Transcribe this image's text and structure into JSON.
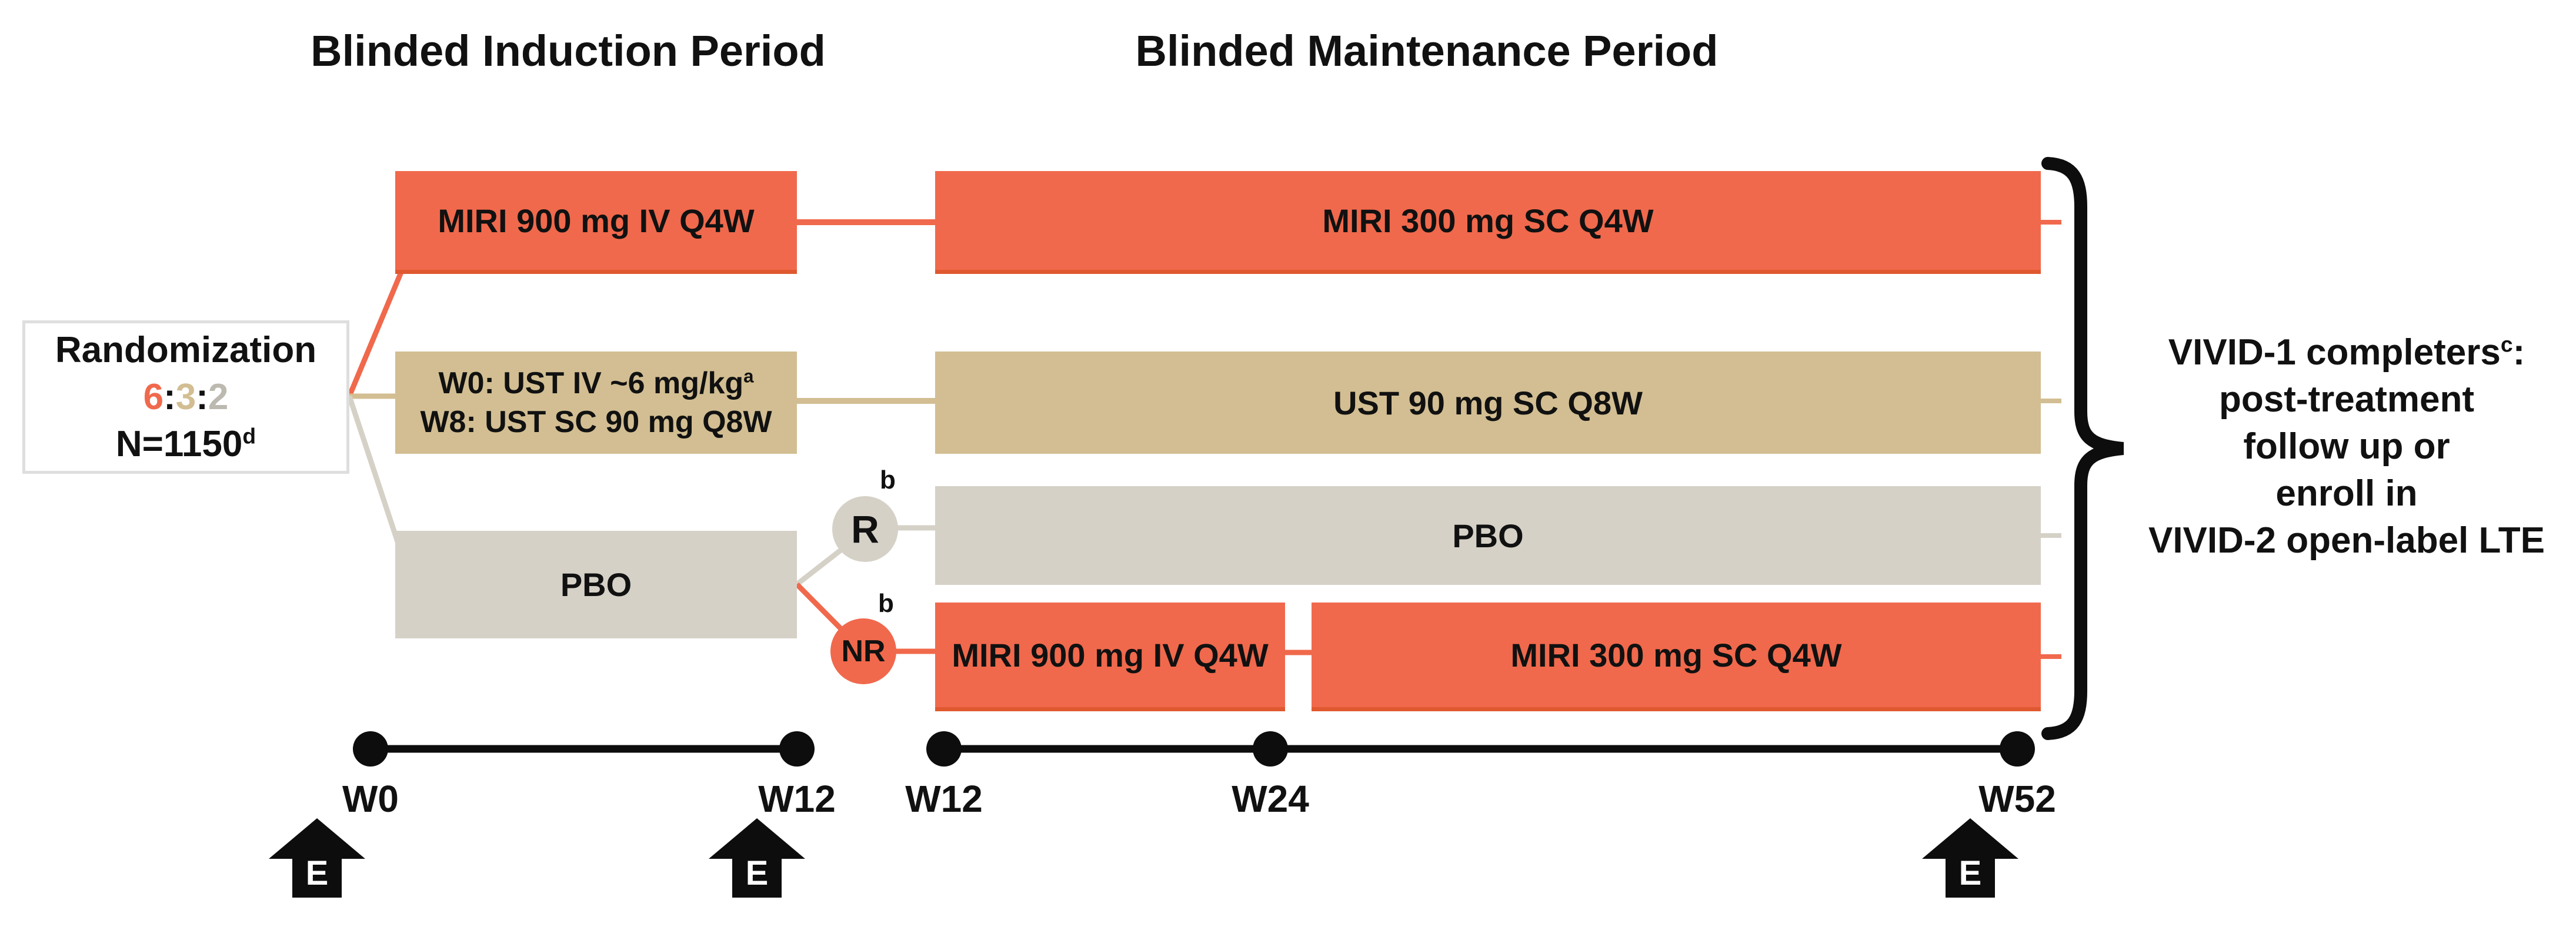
{
  "titles": {
    "induction": "Blinded Induction Period",
    "maintenance": "Blinded Maintenance Period"
  },
  "randomization": {
    "title": "Randomization",
    "ratio": {
      "v1": "6",
      "v2": "3",
      "v3": "2",
      "sep": ":"
    },
    "n": "N=1150",
    "n_sup": "d"
  },
  "boxes": {
    "miri_induction": {
      "label": "MIRI 900 mg IV Q4W"
    },
    "miri_maintenance": {
      "label": "MIRI 300 mg SC Q4W"
    },
    "ust_induction": {
      "line1": "W0: UST IV ~6 mg/kg",
      "line1_sup": "a",
      "line2": "W8: UST SC 90 mg Q8W"
    },
    "ust_maintenance": {
      "label": "UST 90 mg SC Q8W"
    },
    "pbo_induction": {
      "label": "PBO"
    },
    "pbo_maintenance": {
      "label": "PBO"
    },
    "nr_miri_induction": {
      "label": "MIRI 900 mg IV Q4W"
    },
    "nr_miri_maintenance": {
      "label": "MIRI 300 mg SC Q4W"
    }
  },
  "responder": {
    "label": "R",
    "sup": "b"
  },
  "nonresponder": {
    "label": "NR",
    "sup": "b"
  },
  "timeline": {
    "weeks": [
      "W0",
      "W12",
      "W12",
      "W24",
      "W52"
    ],
    "event_label": "E"
  },
  "outcome": {
    "line1": "VIVID-1 completers",
    "line1_sup": "c",
    "line1_colon": ":",
    "lines": [
      "post-treatment",
      "follow up or",
      "enroll in",
      "VIVID-2 open-label LTE"
    ]
  },
  "colors": {
    "miri": "#F0694C",
    "miri_dark": "#E0582F",
    "ust": "#D2BE92",
    "pbo": "#D5D1C7",
    "ratio_pbo_text": "#BCBAB0",
    "text": "#111111",
    "timeline": "#0D0D0D"
  }
}
